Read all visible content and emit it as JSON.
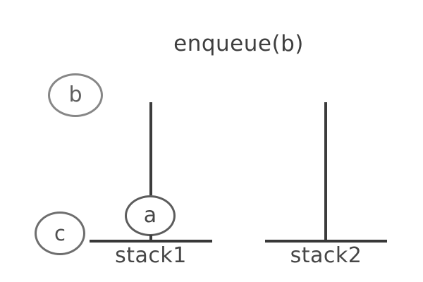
{
  "title": "enqueue(b)",
  "nodes": {
    "a": {
      "label": "a"
    },
    "b": {
      "label": "b"
    },
    "c": {
      "label": "c"
    }
  },
  "stacks": {
    "stack1": {
      "label": "stack1",
      "items": [
        "a"
      ]
    },
    "stack2": {
      "label": "stack2",
      "items": []
    }
  },
  "colors": {
    "background": "#ffffff",
    "line": "#3c3c3c",
    "title_text": "#3f3f3f",
    "stack_label_text": "#464646",
    "circle_stroke_light": "#878787",
    "circle_stroke_dark": "#5c5c5c"
  }
}
